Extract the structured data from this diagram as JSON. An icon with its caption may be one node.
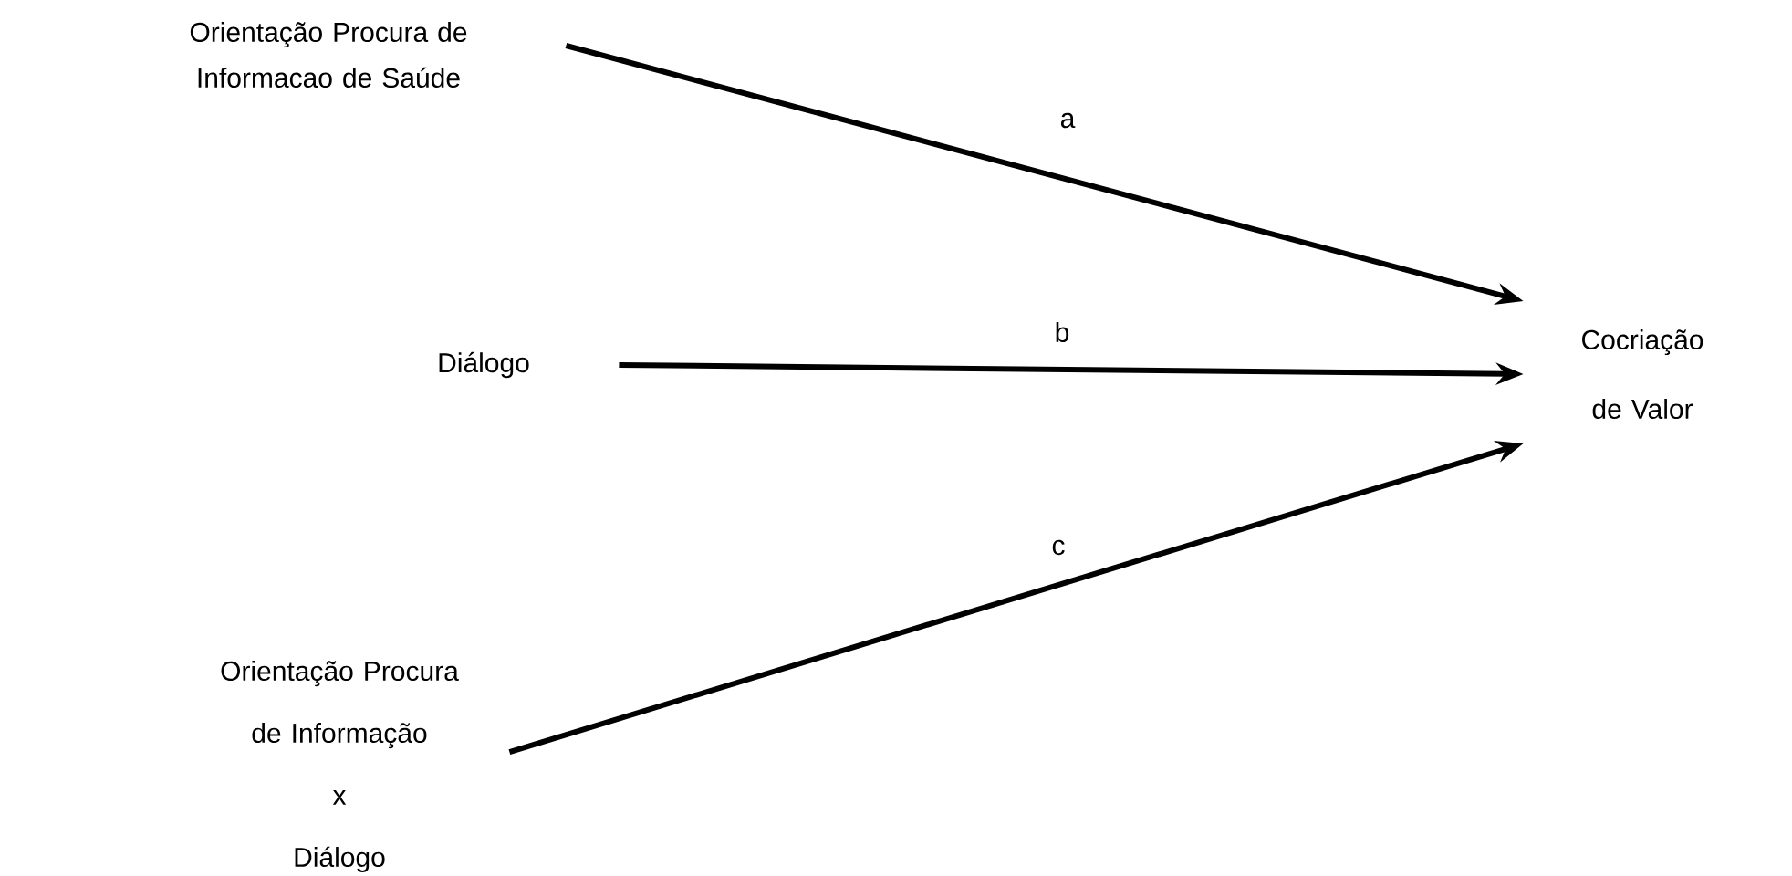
{
  "diagram": {
    "nodes": [
      {
        "text": [
          "Orientação Procura de Informacao de Saúde"
        ]
      },
      {
        "text": [
          "Diálogo"
        ]
      },
      {
        "text": [
          "Orientação Procura de Informação",
          "x",
          "Diálogo"
        ]
      },
      {
        "text": [
          "Cocriação de Valor"
        ]
      }
    ],
    "edges": [
      {
        "from": 0,
        "to": 3,
        "arrow": "to",
        "label": "a"
      },
      {
        "from": 1,
        "to": 3,
        "arrow": "to",
        "label": "b"
      },
      {
        "from": 2,
        "to": 3,
        "arrow": "to",
        "label": "c"
      }
    ]
  }
}
